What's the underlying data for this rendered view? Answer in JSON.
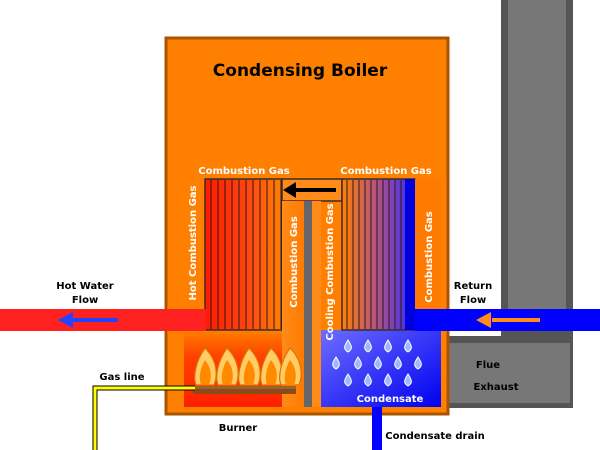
{
  "title": "Condensing Boiler",
  "labels": {
    "combustion_gas_left": "Combustion Gas",
    "combustion_gas_right": "Combustion Gas",
    "hot_combustion_gas": "Hot Combustion Gas",
    "combustion_gas_center": "Combustion Gas",
    "cooling_combustion_gas": "Cooling Combustion Gas",
    "combustion_gas_vertical_right": "Combustion Gas",
    "hot_water_flow": [
      "Hot Water",
      "Flow"
    ],
    "return_flow": [
      "Return",
      "Flow"
    ],
    "gas_line": "Gas line",
    "burner": "Burner",
    "condensate": "Condensate",
    "condensate_drain": "Condensate drain",
    "flue": "Flue",
    "exhaust": "Exhaust"
  },
  "icons": {
    "flame": "flame-icon",
    "droplet": "droplet-icon",
    "arrow": "arrow-icon"
  },
  "colors": {
    "boiler_body": "#ff8000",
    "boiler_border": "#a85400",
    "hot_water_pipe": "#ff2020",
    "return_pipe": "#0000ff",
    "burner_chamber": "#ff3300",
    "condensate_chamber": "#1a1aff",
    "flue": "#707070",
    "flue_dark": "#555555",
    "gas_line": "#ffff00",
    "arrow_dark": "#000000",
    "arrow_blue": "#2244ff",
    "arrow_orange": "#ff8c1a"
  }
}
